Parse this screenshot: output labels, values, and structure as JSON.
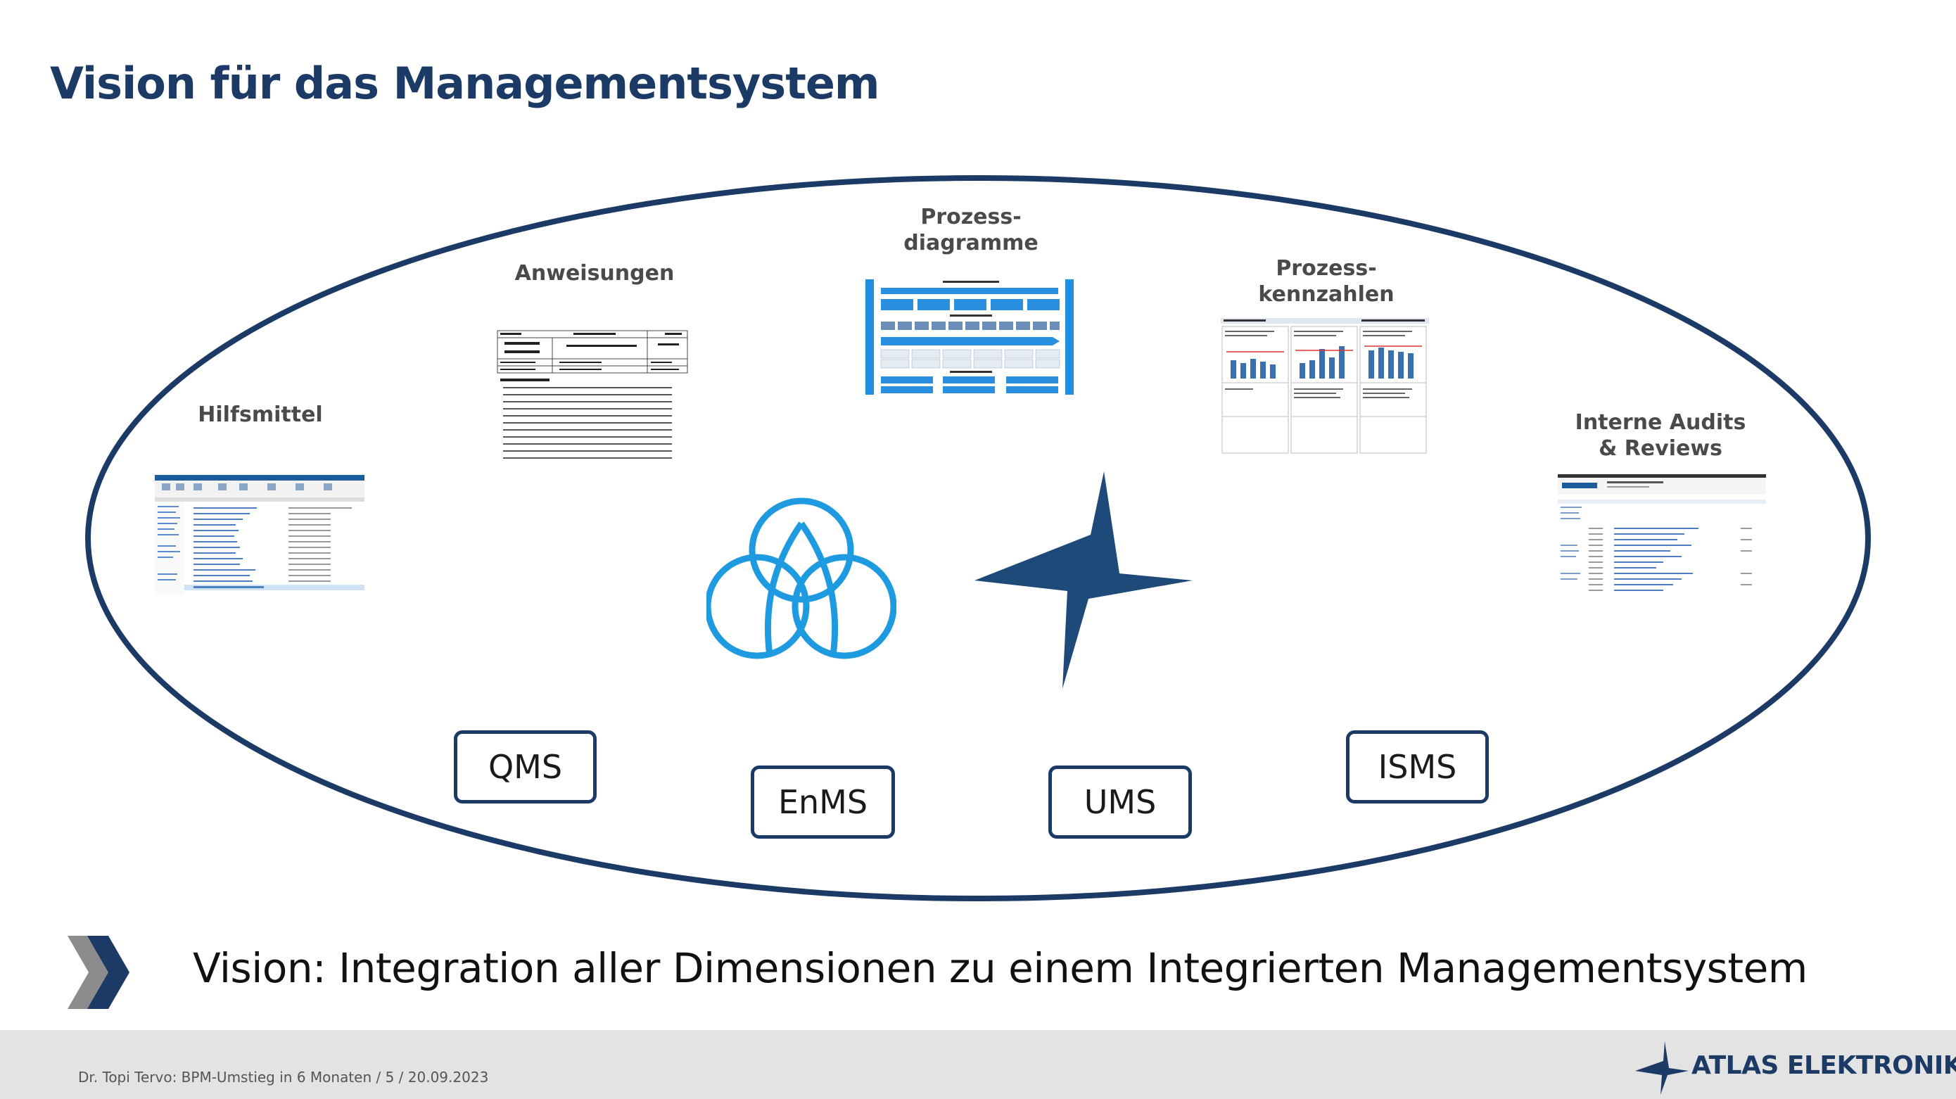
{
  "slide": {
    "title": "Vision für das Managementsystem",
    "vision_text": "Vision: Integration aller Dimensionen zu einem Integrierten Managementsystem"
  },
  "labels": {
    "hilfsmittel": "Hilfsmittel",
    "anweisungen": "Anweisungen",
    "prozessdiagramme": "Prozess-\ndiagramme",
    "prozesskennzahlen": "Prozess-\nkennzahlen",
    "audits": "Interne Audits\n& Reviews"
  },
  "systems": {
    "qms": "QMS",
    "enms": "EnMS",
    "ums": "UMS",
    "isms": "ISMS"
  },
  "footer": {
    "text": "Dr. Topi Tervo: BPM-Umstieg in 6 Monaten / 5 / 20.09.2023",
    "logo": "ATLAS ELEKTRONIK"
  },
  "colors": {
    "navy": "#1c3a66",
    "light_blue": "#1e9be0",
    "dark_blue_star": "#1d4a78",
    "footer_gray": "#e3e3e3"
  },
  "icons": [
    "chevron-right-icon",
    "venn-circles-icon",
    "lightning-star-icon",
    "atlas-logo-icon"
  ]
}
